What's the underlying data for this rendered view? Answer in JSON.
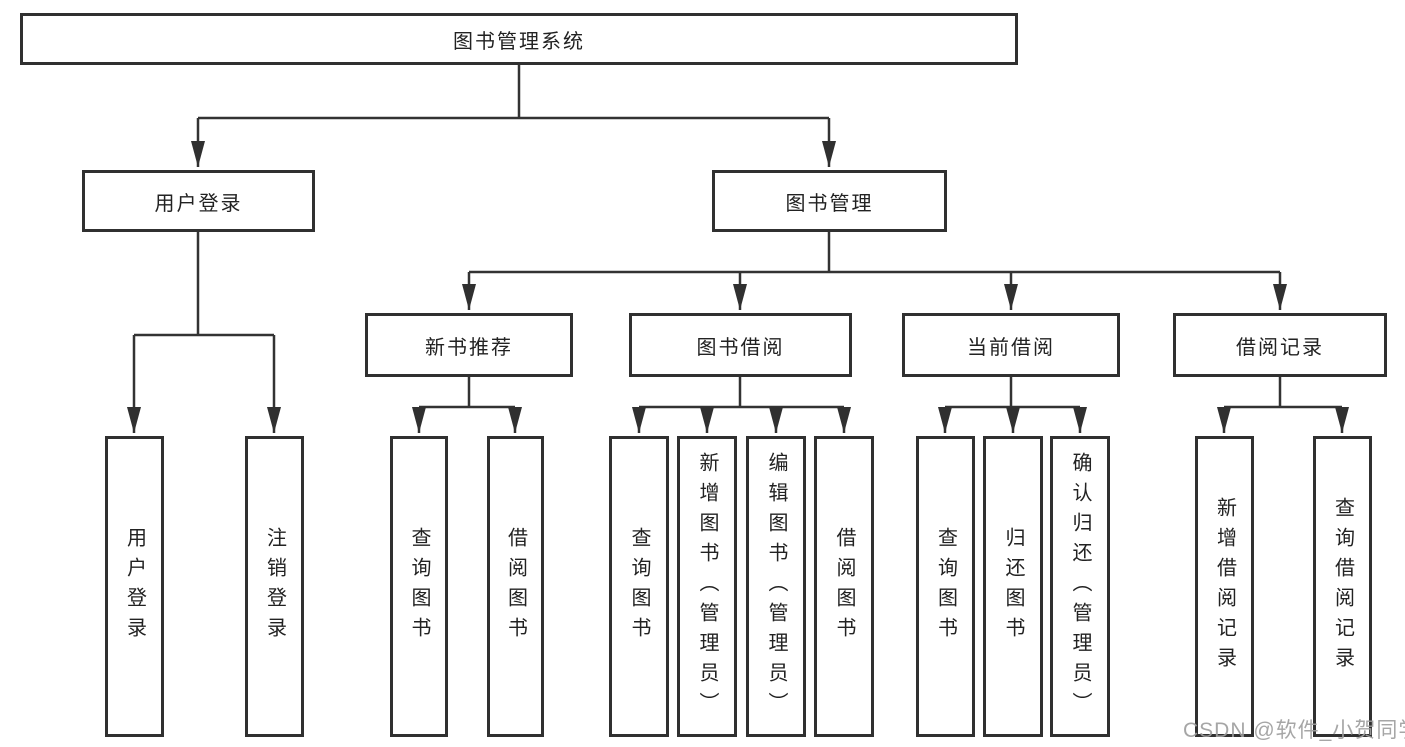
{
  "diagram": {
    "type": "hierarchy-org-chart",
    "nodes": {
      "root": "图书管理系统",
      "login_group": "用户登录",
      "mgmt_group": "图书管理",
      "new_book_group": "新书推荐",
      "borrow_group": "图书借阅",
      "current_group": "当前借阅",
      "records_group": "借阅记录",
      "leaf_login": "用户登录",
      "leaf_logout": "注销登录",
      "leaf_nb_query": "查询图书",
      "leaf_nb_borrow": "借阅图书",
      "leaf_bb_query": "查询图书",
      "leaf_bb_add": "新增图书（管理员）",
      "leaf_bb_edit": "编辑图书（管理员）",
      "leaf_bb_borrow": "借阅图书",
      "leaf_cb_query": "查询图书",
      "leaf_cb_return": "归还图书",
      "leaf_cb_confirm": "确认归还（管理员）",
      "leaf_br_add": "新增借阅记录",
      "leaf_br_query": "查询借阅记录"
    },
    "hierarchy": {
      "图书管理系统": {
        "用户登录": [
          "用户登录",
          "注销登录"
        ],
        "图书管理": {
          "新书推荐": [
            "查询图书",
            "借阅图书"
          ],
          "图书借阅": [
            "查询图书",
            "新增图书（管理员）",
            "编辑图书（管理员）",
            "借阅图书"
          ],
          "当前借阅": [
            "查询图书",
            "归还图书",
            "确认归还（管理员）"
          ],
          "借阅记录": [
            "新增借阅记录",
            "查询借阅记录"
          ]
        }
      }
    },
    "colors": {
      "line": "#333333",
      "box_border": "#303030",
      "text": "#222222",
      "background": "#ffffff",
      "watermark": "#9e9e9e"
    }
  },
  "watermark": "CSDN @软件_小贺同学"
}
